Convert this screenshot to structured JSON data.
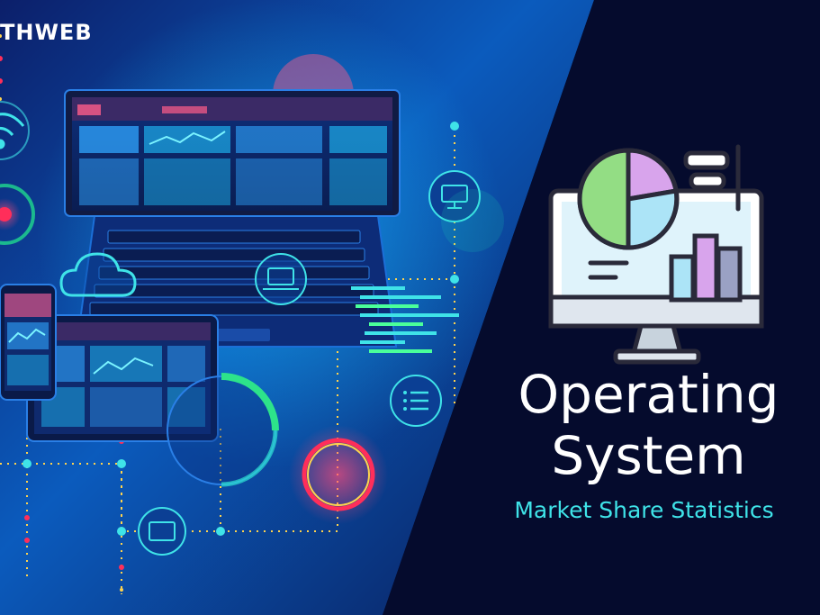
{
  "brand": {
    "text": "THWEB"
  },
  "headline": {
    "line1": "Operating",
    "line2": "System",
    "subtitle": "Market Share Statistics"
  },
  "icons": [
    "laptop-illustration",
    "tablet-illustration",
    "phone-illustration",
    "cloud-icon",
    "wifi-icon",
    "monitor-icon",
    "list-icon",
    "laptop-icon",
    "window-icon",
    "chart-monitor-icon",
    "pie-chart-icon",
    "bar-chart-icon",
    "flag-icon"
  ],
  "colors": {
    "left_panel": "#0b57b8",
    "right_panel": "#050b2d",
    "accent_cyan": "#3fe3e8",
    "accent_red": "#ff2e5a",
    "accent_yellow": "#ffd34d"
  }
}
